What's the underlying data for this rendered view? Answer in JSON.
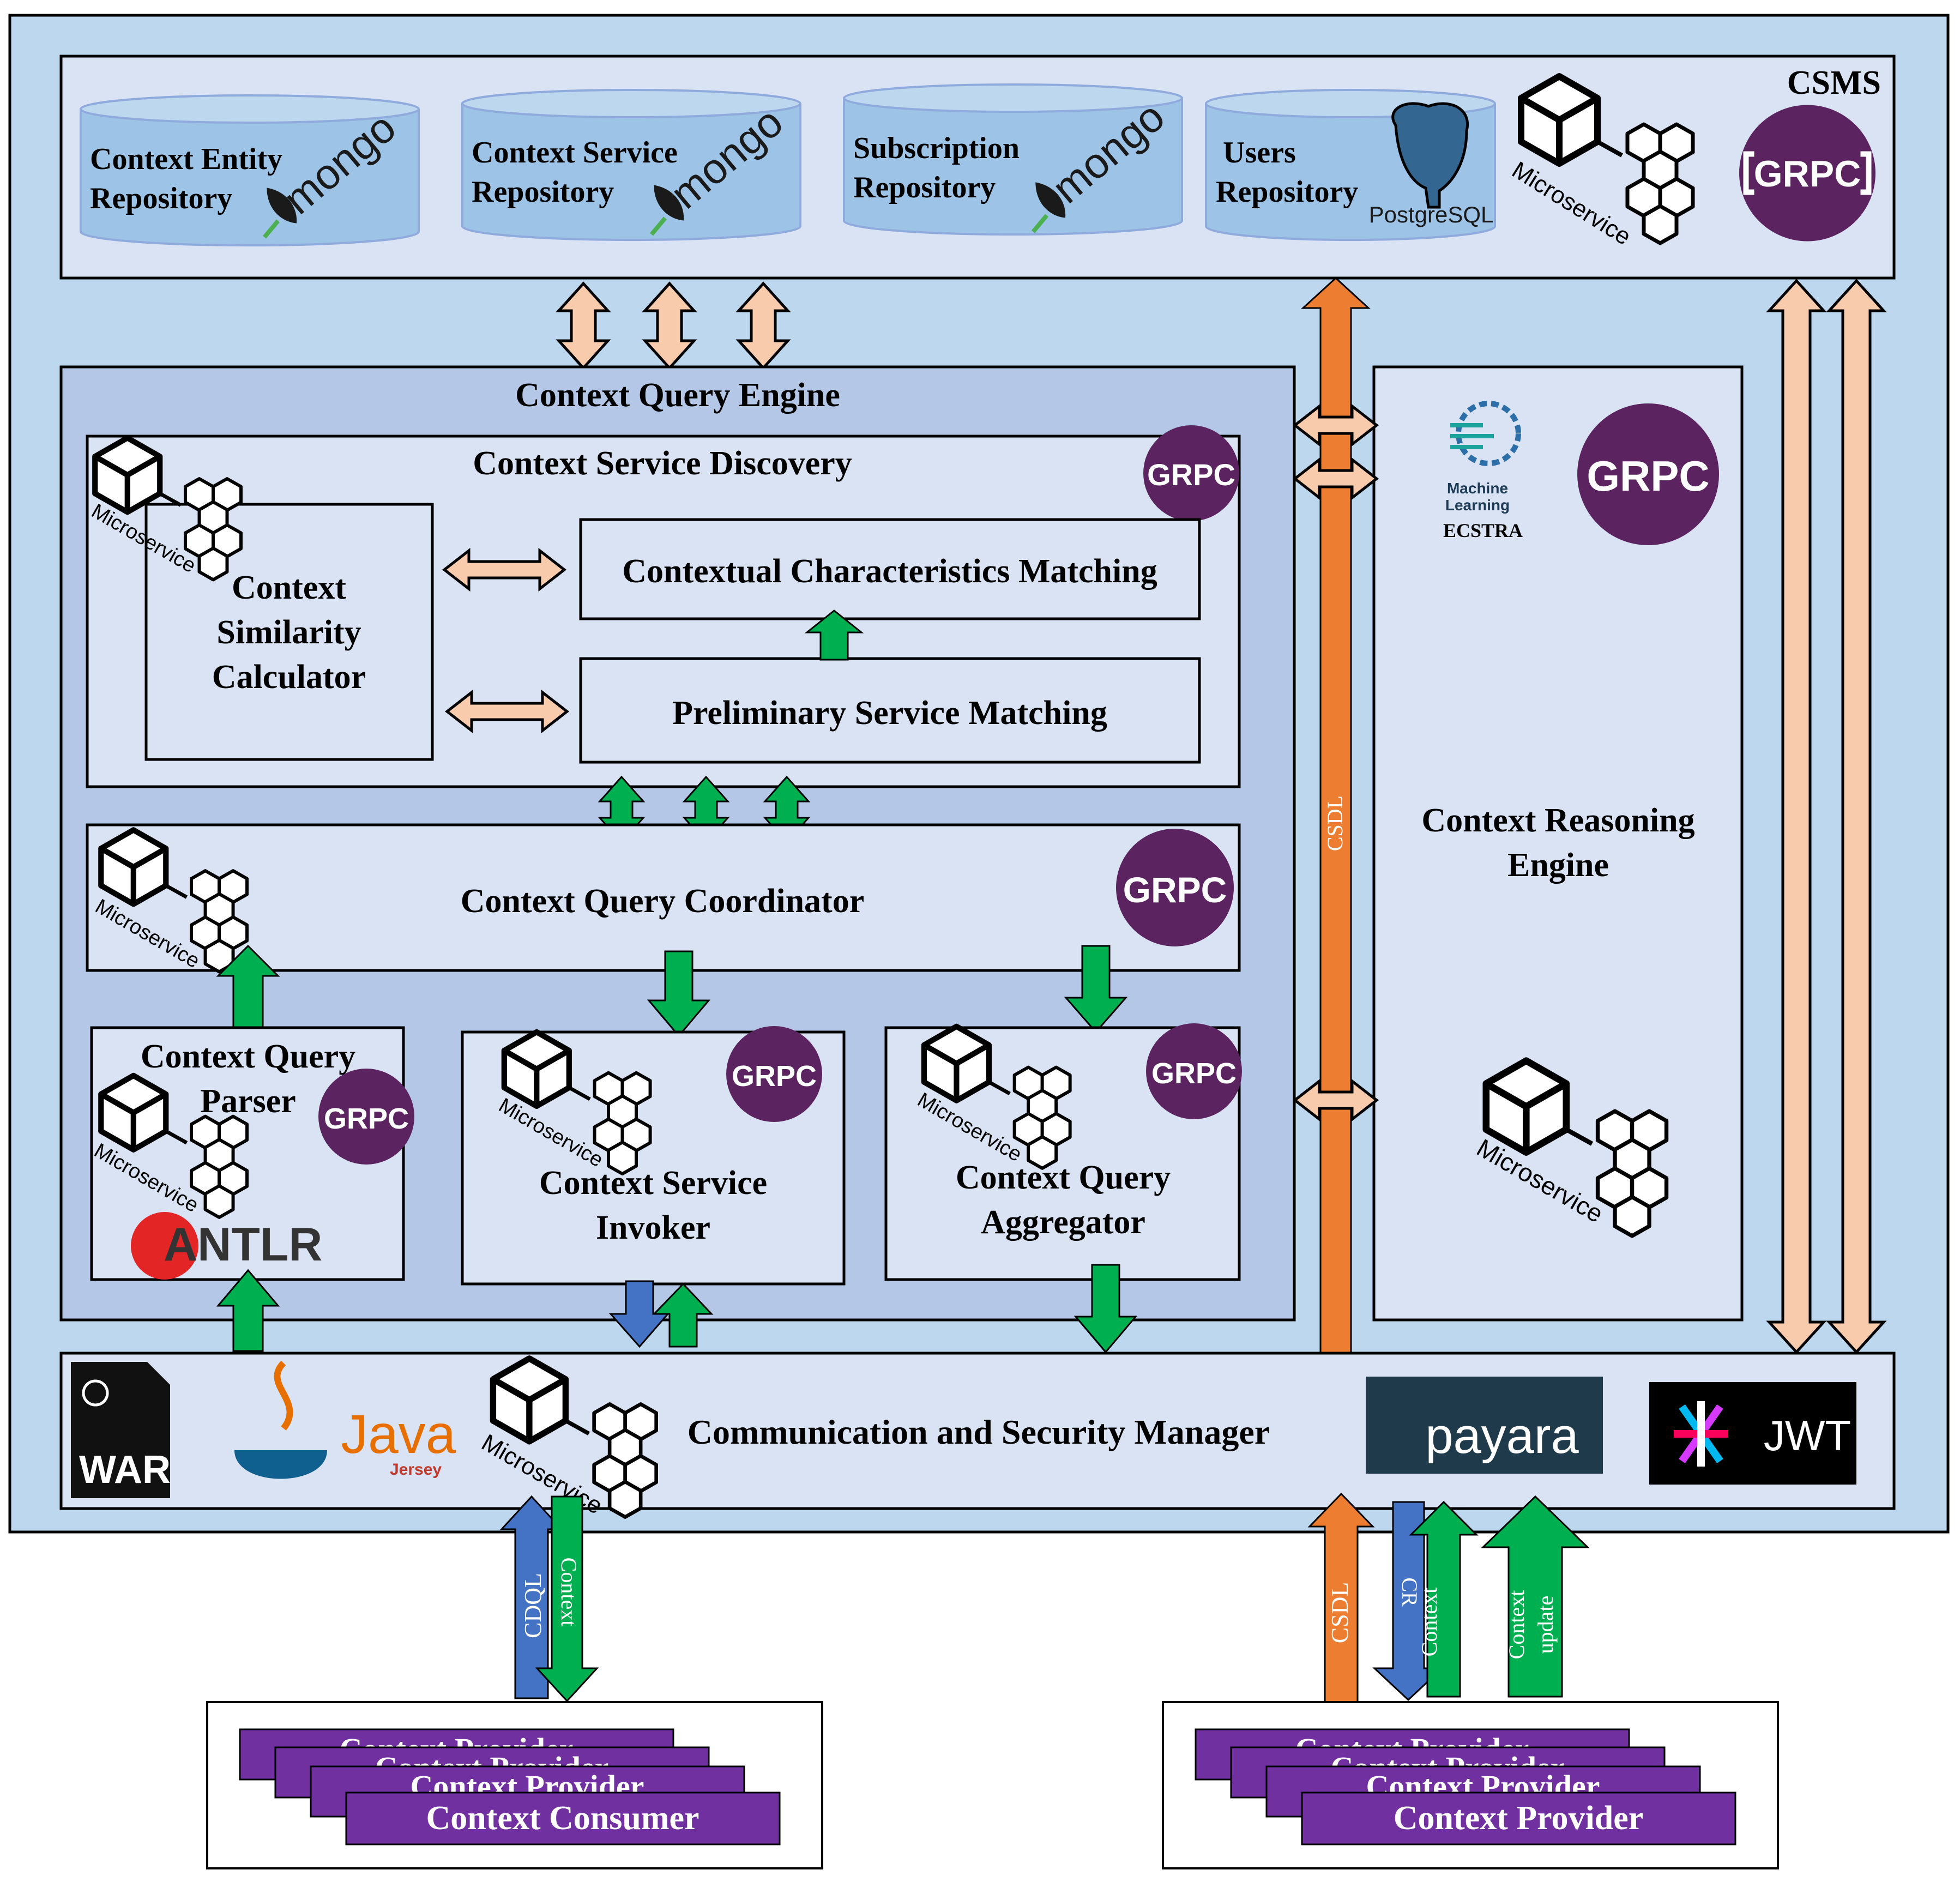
{
  "csms": {
    "title": "CSMS",
    "repositories": [
      {
        "line1": "Context Entity",
        "line2": "Repository",
        "logo": "mongoDB"
      },
      {
        "line1": "Context Service",
        "line2": "Repository",
        "logo": "mongoDB"
      },
      {
        "line1": "Subscription",
        "line2": "Repository",
        "logo": "mongoDB"
      },
      {
        "line1": "Users",
        "line2": "Repository",
        "logo": "PostgreSQL"
      }
    ]
  },
  "labels": {
    "microservice": "Microservice",
    "grpc": "GRPC",
    "mongo": "mongo",
    "postgres": "PostgreSQL",
    "ml_line1": "Machine",
    "ml_line2": "Learning",
    "ecstra": "ECSTRA",
    "antlr": "ANTLR",
    "war": "WAR",
    "java": "Java",
    "jersey": "Jersey",
    "payara": "payara",
    "jwt": "JWT"
  },
  "cqe": {
    "title": "Context Query Engine",
    "discovery": {
      "title": "Context Service Discovery",
      "similarity": [
        "Context",
        "Similarity",
        "Calculator"
      ],
      "contextual": "Contextual Characteristics Matching",
      "preliminary": "Preliminary Service Matching"
    },
    "coordinator": "Context Query Coordinator",
    "parser": [
      "Context Query",
      "Parser"
    ],
    "invoker": [
      "Context Service",
      "Invoker"
    ],
    "aggregator": [
      "Context Query",
      "Aggregator"
    ]
  },
  "reasoning": {
    "title": [
      "Context Reasoning",
      "Engine"
    ]
  },
  "comm": {
    "title": "Communication and Security Manager"
  },
  "flows": {
    "csdl": "CSDL",
    "cdql": "CDQL",
    "context": "Context",
    "cr": "CR",
    "context_update": [
      "Context",
      "update"
    ]
  },
  "consumers": {
    "stack_labels": [
      "Context Provider",
      "Context Provider",
      "Context Provider"
    ],
    "front": "Context Consumer"
  },
  "providers": {
    "stack_labels": [
      "Context Provider",
      "Context Provider",
      "Context Provider"
    ],
    "front": "Context Provider"
  },
  "colors": {
    "outer_bg": "#bdd7ee",
    "panel_bg": "#dae3f3",
    "engine_bg": "#b4c7e7",
    "green_arrow": "#00b050",
    "peach_arrow": "#f8cbad",
    "orange_arrow": "#ed7d31",
    "blue_arrow": "#4472c4",
    "grpc_purple": "#5b2461",
    "purple_box": "#7030a0"
  }
}
